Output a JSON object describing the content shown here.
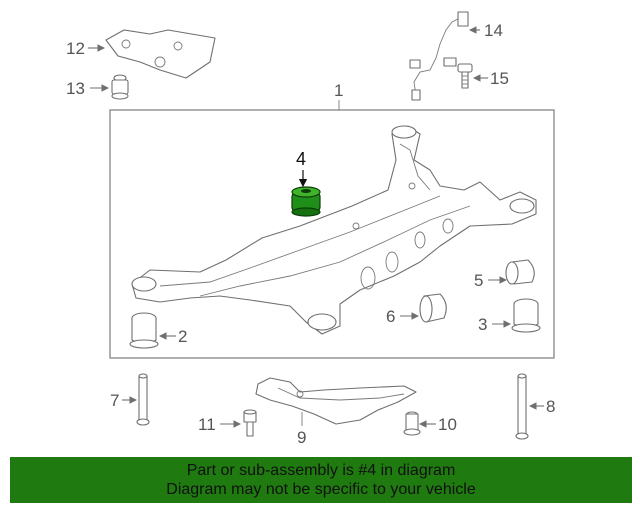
{
  "diagram": {
    "callouts": {
      "c1": "1",
      "c2": "2",
      "c3": "3",
      "c4": "4",
      "c5": "5",
      "c6": "6",
      "c7": "7",
      "c8": "8",
      "c9": "9",
      "c10": "10",
      "c11": "11",
      "c12": "12",
      "c13": "13",
      "c14": "14",
      "c15": "15"
    },
    "highlighted_part": "4",
    "highlight_color": "#1f8f1a"
  },
  "banner": {
    "line1": "Part or sub-assembly is #4 in diagram",
    "line2": "Diagram may not be specific to your vehicle",
    "background": "#1f7a10"
  }
}
